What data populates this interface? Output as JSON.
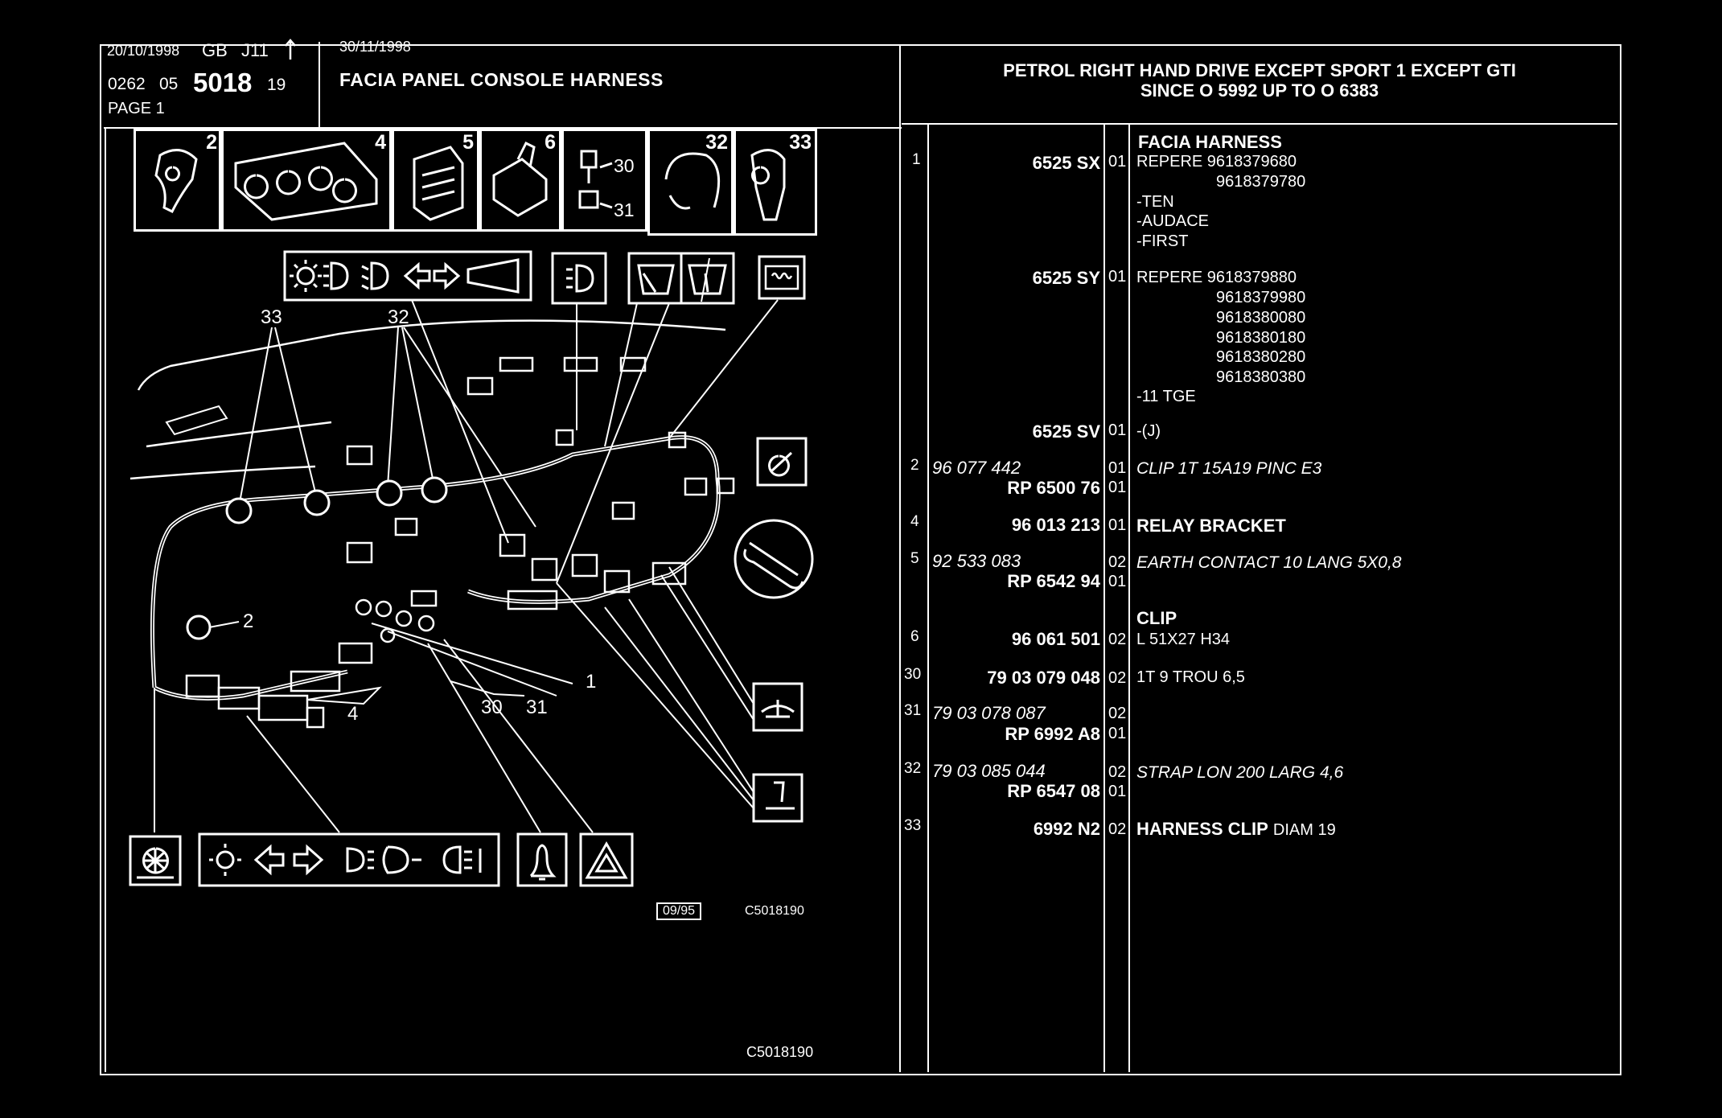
{
  "header": {
    "date1": "20/10/1998",
    "lang": "GB",
    "code": "J11",
    "ref_prefix": "0262",
    "ref_mid": "05",
    "ref_main": "5018",
    "ref_suffix": "19",
    "page": "PAGE 1",
    "date2": "30/11/1998",
    "title": "FACIA PANEL CONSOLE HARNESS",
    "applicability_line1": "PETROL RIGHT HAND DRIVE EXCEPT  SPORT 1 EXCEPT  GTI",
    "applicability_line2": "SINCE  O   5992  UP  TO  O   6383"
  },
  "diagram": {
    "thumb_labels": [
      "2",
      "4",
      "5",
      "6",
      "32",
      "33"
    ],
    "thumb_sub_labels": [
      "30",
      "31"
    ],
    "callouts": [
      "33",
      "32",
      "2",
      "4",
      "30",
      "31",
      "1"
    ],
    "footer_date": "09/95",
    "footer_code": "C5018190",
    "bottom_code": "C5018190"
  },
  "parts": [
    {
      "item": "1",
      "ref": "6525 SX",
      "ref_italic": false,
      "qty": "01",
      "desc_title": "FACIA HARNESS",
      "desc": "REPERE  9618379680",
      "extra": [
        "9618379780",
        "-TEN",
        "-AUDACE",
        "-FIRST"
      ]
    },
    {
      "item": "",
      "ref": "6525 SY",
      "ref_italic": false,
      "qty": "01",
      "desc": "REPERE  9618379880",
      "extra": [
        "9618379980",
        "9618380080",
        "9618380180",
        "9618380280",
        "9618380380",
        "-11 TGE"
      ]
    },
    {
      "item": "",
      "ref": "6525 SV",
      "ref_italic": false,
      "qty": "01",
      "desc": "-(J)"
    },
    {
      "item": "2",
      "ref": "96 077 442",
      "ref_italic": true,
      "qty": "01",
      "desc": "CLIP 1T 15A19 PINC E3",
      "desc_italic": true,
      "rp": "RP  6500 76",
      "rp_qty": "01"
    },
    {
      "item": "4",
      "ref": "96 013 213",
      "ref_italic": false,
      "qty": "01",
      "desc": "RELAY BRACKET",
      "desc_bold": true
    },
    {
      "item": "5",
      "ref": "92 533 083",
      "ref_italic": true,
      "qty": "02",
      "desc": "EARTH CONTACT 10 LANG 5X0,8",
      "desc_italic": true,
      "rp": "RP  6542 94",
      "rp_qty": "01"
    },
    {
      "item": "6",
      "ref": "96 061 501",
      "ref_italic": false,
      "qty": "02",
      "desc_title": "CLIP",
      "desc": "L 51X27 H34"
    },
    {
      "item": "30",
      "ref": "79 03 079 048",
      "ref_italic": false,
      "qty": "02",
      "desc": "1T 9 TROU 6,5"
    },
    {
      "item": "31",
      "ref": "79 03 078 087",
      "ref_italic": true,
      "qty": "02",
      "desc": "",
      "rp": "RP  6992 A8",
      "rp_qty": "01"
    },
    {
      "item": "32",
      "ref": "79 03 085 044",
      "ref_italic": true,
      "qty": "02",
      "desc": "STRAP LON 200 LARG 4,6",
      "desc_italic": true,
      "rp": "RP  6547 08",
      "rp_qty": "01"
    },
    {
      "item": "33",
      "ref": "6992 N2",
      "ref_italic": false,
      "qty": "02",
      "desc": "HARNESS CLIP",
      "desc_bold": true,
      "desc_suffix": "DIAM 19"
    }
  ]
}
